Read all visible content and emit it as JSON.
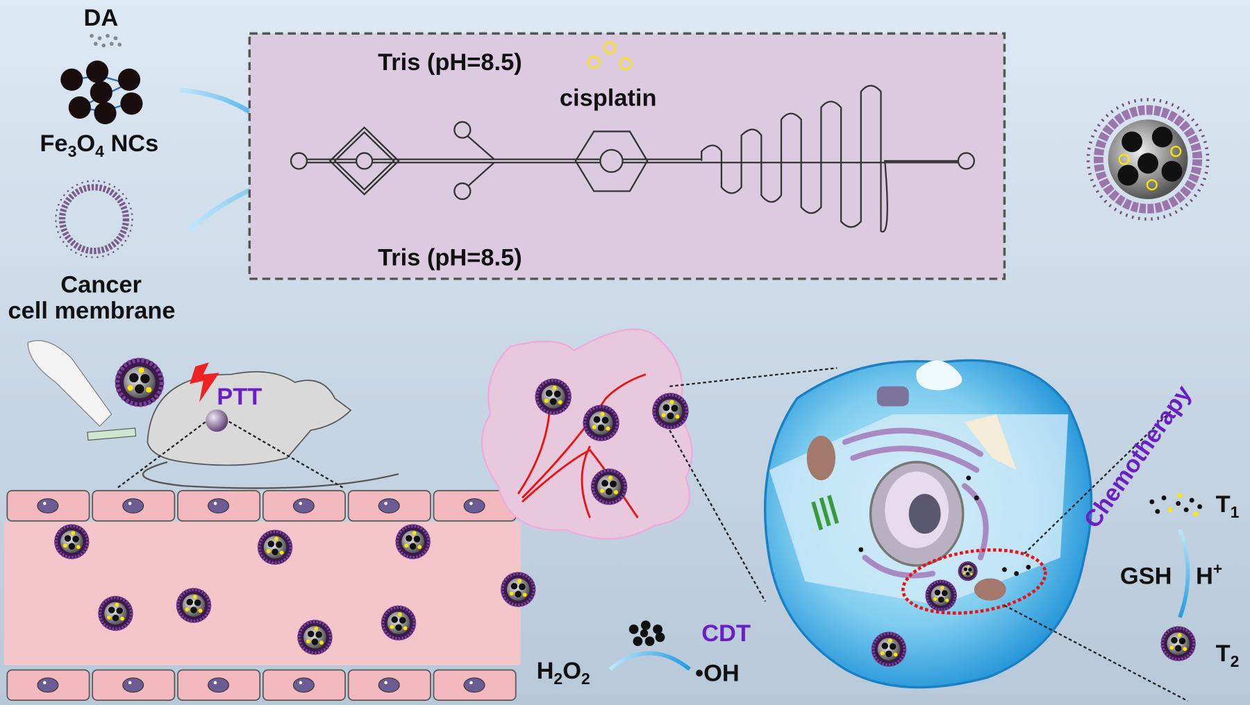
{
  "inputs": {
    "da_label": "DA",
    "fe3o4": {
      "fe": "Fe",
      "sub3": "3",
      "o": "O",
      "sub4": "4",
      "rest": " NCs"
    },
    "membrane_line1": "Cancer",
    "membrane_line2": "cell membrane"
  },
  "chip": {
    "tris_top": "Tris (pH=8.5)",
    "tris_bottom": "Tris (pH=8.5)",
    "cisplatin": "cisplatin"
  },
  "therapy": {
    "ptt": "PTT",
    "cdt": "CDT",
    "chemotherapy": "Chemotherapy"
  },
  "reaction": {
    "h2o2": {
      "h": "H",
      "sub2a": "2",
      "o": "O",
      "sub2b": "2"
    },
    "oh": "•OH"
  },
  "release": {
    "gsh": "GSH",
    "h_plus": {
      "h": "H",
      "sup": "+"
    },
    "t1": {
      "t": "T",
      "sub": "1"
    },
    "t2": {
      "t": "T",
      "sub": "2"
    }
  },
  "colors": {
    "accent_arrow": "#3bb4f0",
    "therapy_label": "#6a1fc4",
    "chip_fill": "#dccbe0",
    "vessel": "#f5c6c9"
  }
}
